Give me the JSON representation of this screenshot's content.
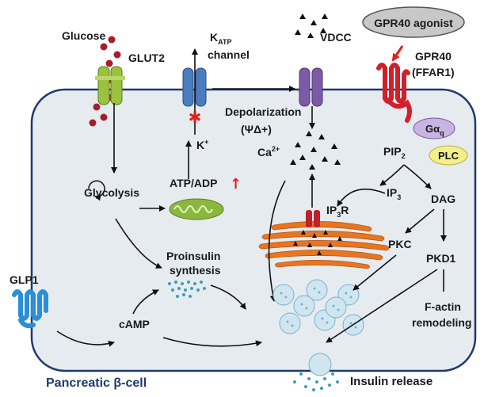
{
  "labels": {
    "glucose": "Glucose",
    "glut2": "GLUT2",
    "katp_k": "K",
    "katp_sub": "ATP",
    "katp_channel": "channel",
    "vdcc": "VDCC",
    "gpr40_agonist": "GPR40 agonist",
    "gpr40": "GPR40",
    "ffar1": "(FFAR1)",
    "depolarization": "Depolarization",
    "psi": "(ΨΔ+)",
    "k_plus": "K",
    "k_sup": "+",
    "ca": "Ca",
    "ca_sup": "2+",
    "g_alpha": "Gα",
    "g_sub": "q",
    "pip": "PIP",
    "pip_sub": "2",
    "plc": "PLC",
    "glycolysis": "Glycolysis",
    "atp_adp": "ATP/ADP",
    "up_arrow": "↑",
    "ip3": "IP",
    "ip3_sub": "3",
    "dag": "DAG",
    "ip3r": "IP",
    "ip3r_sub": "3",
    "ip3r_r": "R",
    "pkc": "PKC",
    "pkd1": "PKD1",
    "proinsulin": "Proinsulin",
    "synthesis": "synthesis",
    "glp1": "GLP1",
    "camp": "cAMP",
    "factin": "F-actin",
    "remodeling": "remodeling",
    "cell": "Pancreatic β-cell",
    "insulin_release": "Insulin release"
  },
  "colors": {
    "cell_fill": "#e6ebf0",
    "cell_stroke": "#1f3a6b",
    "glut2": "#9bc23c",
    "katp": "#4a7dc0",
    "vdcc": "#7b5aa6",
    "gpr40": "#d0202a",
    "glp1": "#2a8fd6",
    "er": "#e8761e",
    "ip3r": "#c0202a",
    "mito": "#8ab83c",
    "granule": "#cfe6f0",
    "g_alpha": "#c8b4e0",
    "plc": "#f2f08a",
    "agonist": "#c8c8c8"
  }
}
